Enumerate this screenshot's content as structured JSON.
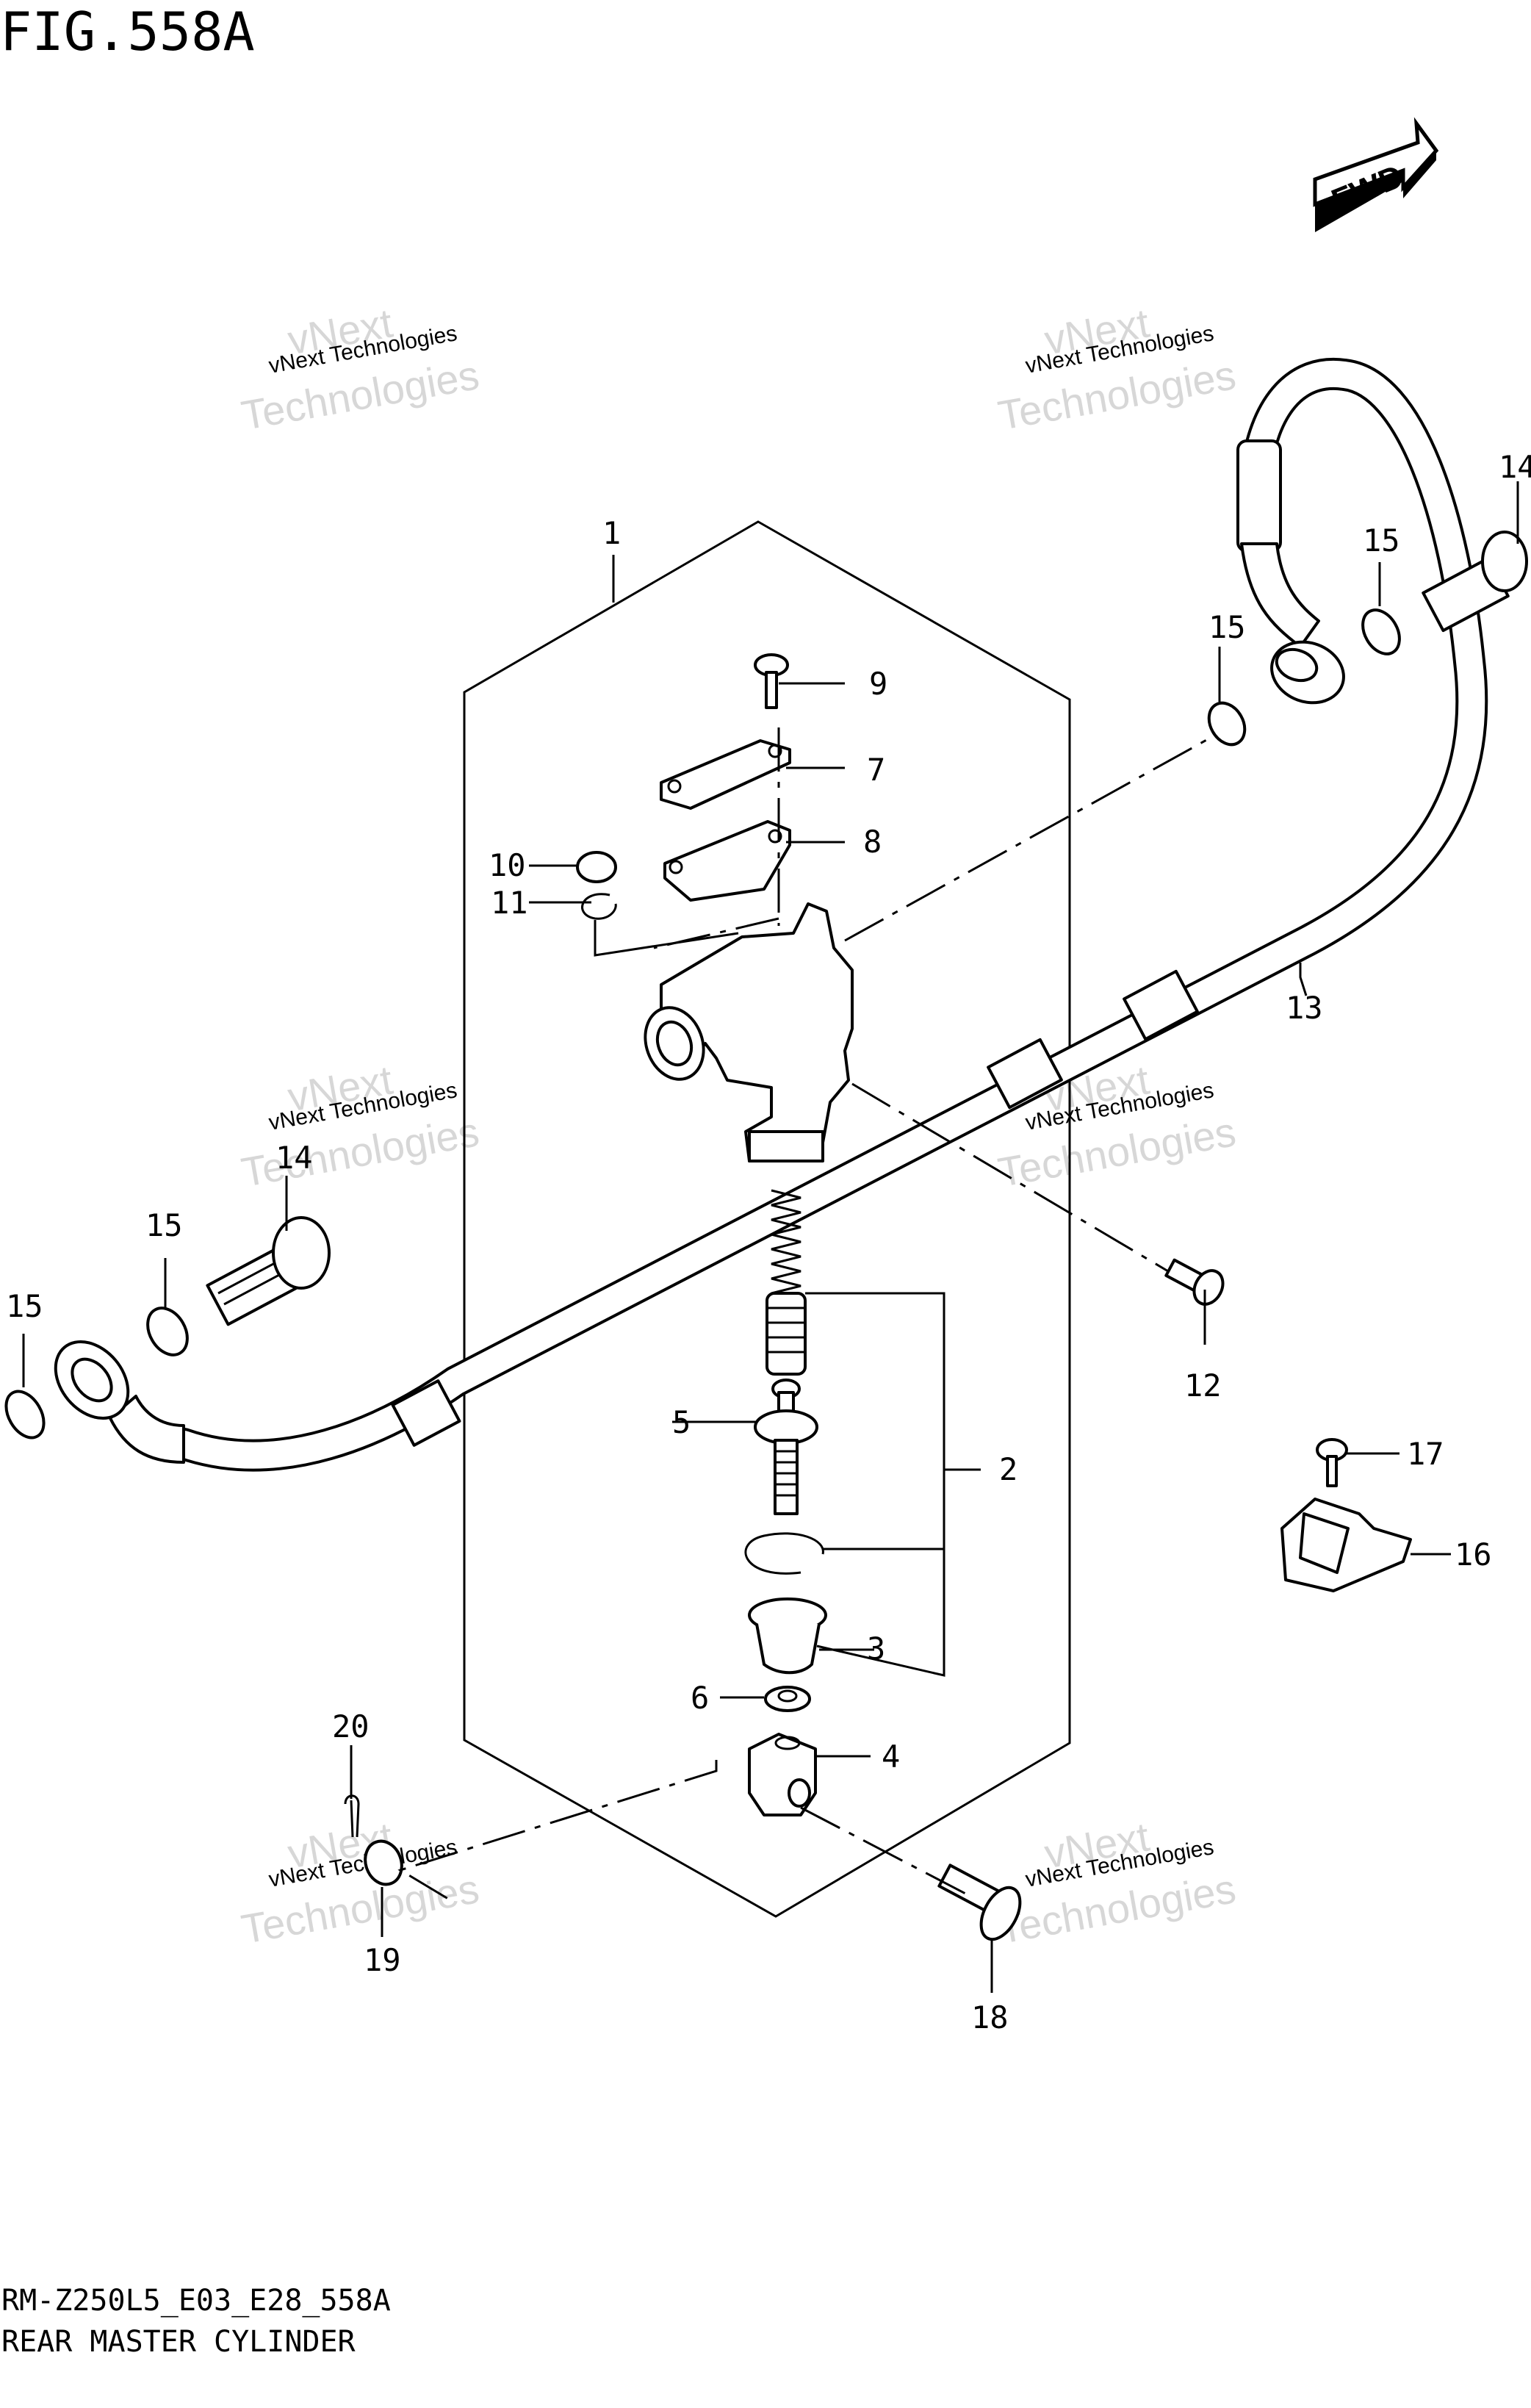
{
  "figure_title": "FIG.558A",
  "fwd_label": "FWD",
  "model_code": "RM-Z250L5_E03_E28_558A",
  "caption": "REAR MASTER CYLINDER",
  "watermark": {
    "line1": "vNext Technologies",
    "line2": "vNext",
    "line3": "Technologies"
  },
  "callouts": {
    "c1": "1",
    "c2": "2",
    "c3": "3",
    "c4": "4",
    "c5": "5",
    "c6": "6",
    "c7": "7",
    "c8": "8",
    "c9": "9",
    "c10": "10",
    "c11": "11",
    "c12": "12",
    "c13": "13",
    "c14a": "14",
    "c14b": "14",
    "c15a": "15",
    "c15b": "15",
    "c15c": "15",
    "c15d": "15",
    "c16": "16",
    "c17": "17",
    "c18": "18",
    "c19": "19",
    "c20": "20"
  }
}
